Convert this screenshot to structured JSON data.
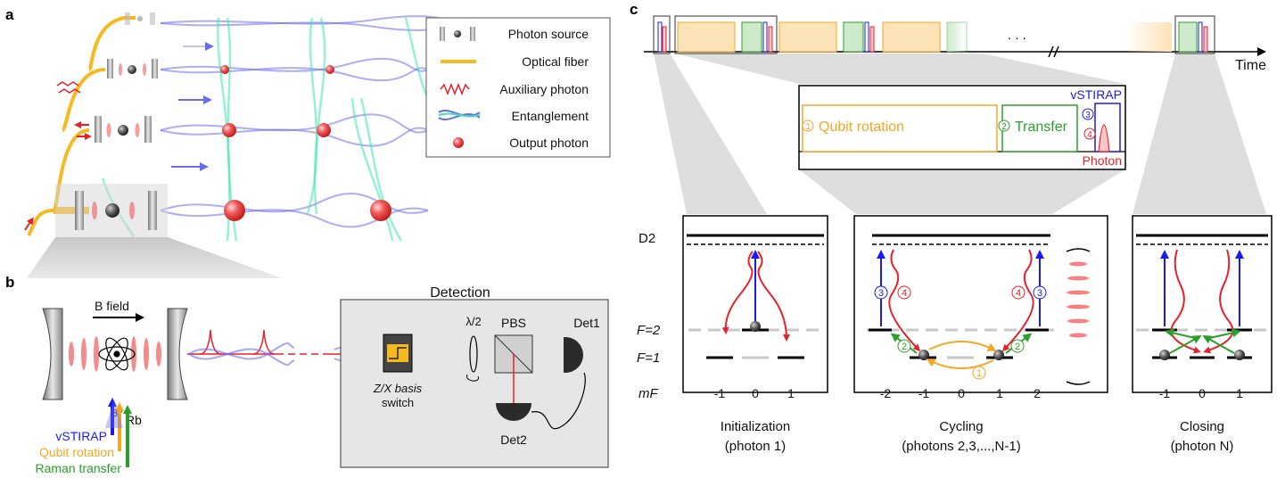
{
  "panels": {
    "a": "a",
    "b": "b",
    "c": "c"
  },
  "legend": {
    "items": [
      {
        "label": "Photon source",
        "icon": "photon-source-icon"
      },
      {
        "label": "Optical fiber",
        "icon": "optical-fiber-icon"
      },
      {
        "label": "Auxiliary photon",
        "icon": "auxiliary-photon-icon"
      },
      {
        "label": "Entanglement",
        "icon": "entanglement-icon"
      },
      {
        "label": "Output photon",
        "icon": "output-photon-icon"
      }
    ]
  },
  "panel_b": {
    "b_field": "B field",
    "atom_mass": "87",
    "atom_symbol": "Rb",
    "detection_title": "Detection",
    "half_wave": "λ/2",
    "pbs": "PBS",
    "det1": "Det1",
    "det2": "Det2",
    "basis_switch_line1": "Z/X basis",
    "basis_switch_line2": "switch",
    "laser_labels": [
      "vSTIRAP",
      "Qubit rotation",
      "Raman transfer"
    ]
  },
  "panel_c": {
    "time_label": "Time",
    "ellipsis": ". . .",
    "zoom": {
      "qubit_rotation": "Qubit rotation",
      "transfer": "Transfer",
      "vstirap": "vSTIRAP",
      "photon": "Photon",
      "step_1": "1",
      "step_2": "2",
      "step_3": "3",
      "step_4": "4"
    },
    "levels": {
      "d2": "D2",
      "f2": "F=2",
      "f1": "F=1",
      "mf": "mF"
    },
    "mf_ticks_init": [
      "-1",
      "0",
      "1"
    ],
    "mf_ticks_cycle": [
      "-2",
      "-1",
      "0",
      "1",
      "2"
    ],
    "mf_ticks_close": [
      "-1",
      "0",
      "1"
    ],
    "stages": [
      {
        "title": "Initialization",
        "subtitle": "(photon 1)"
      },
      {
        "title": "Cycling",
        "subtitle": "(photons 2,3,...,N-1)"
      },
      {
        "title": "Closing",
        "subtitle": "(photon N)"
      }
    ]
  },
  "colors": {
    "fiber": "#f5b921",
    "entanglement_blue": "#6b6bef",
    "entanglement_green": "#3fe3b0",
    "laser_red": "#e8202a",
    "vstirap_blue": "#1a1aee",
    "qubit_orange": "#f5a623",
    "raman_green": "#2aa02a"
  }
}
